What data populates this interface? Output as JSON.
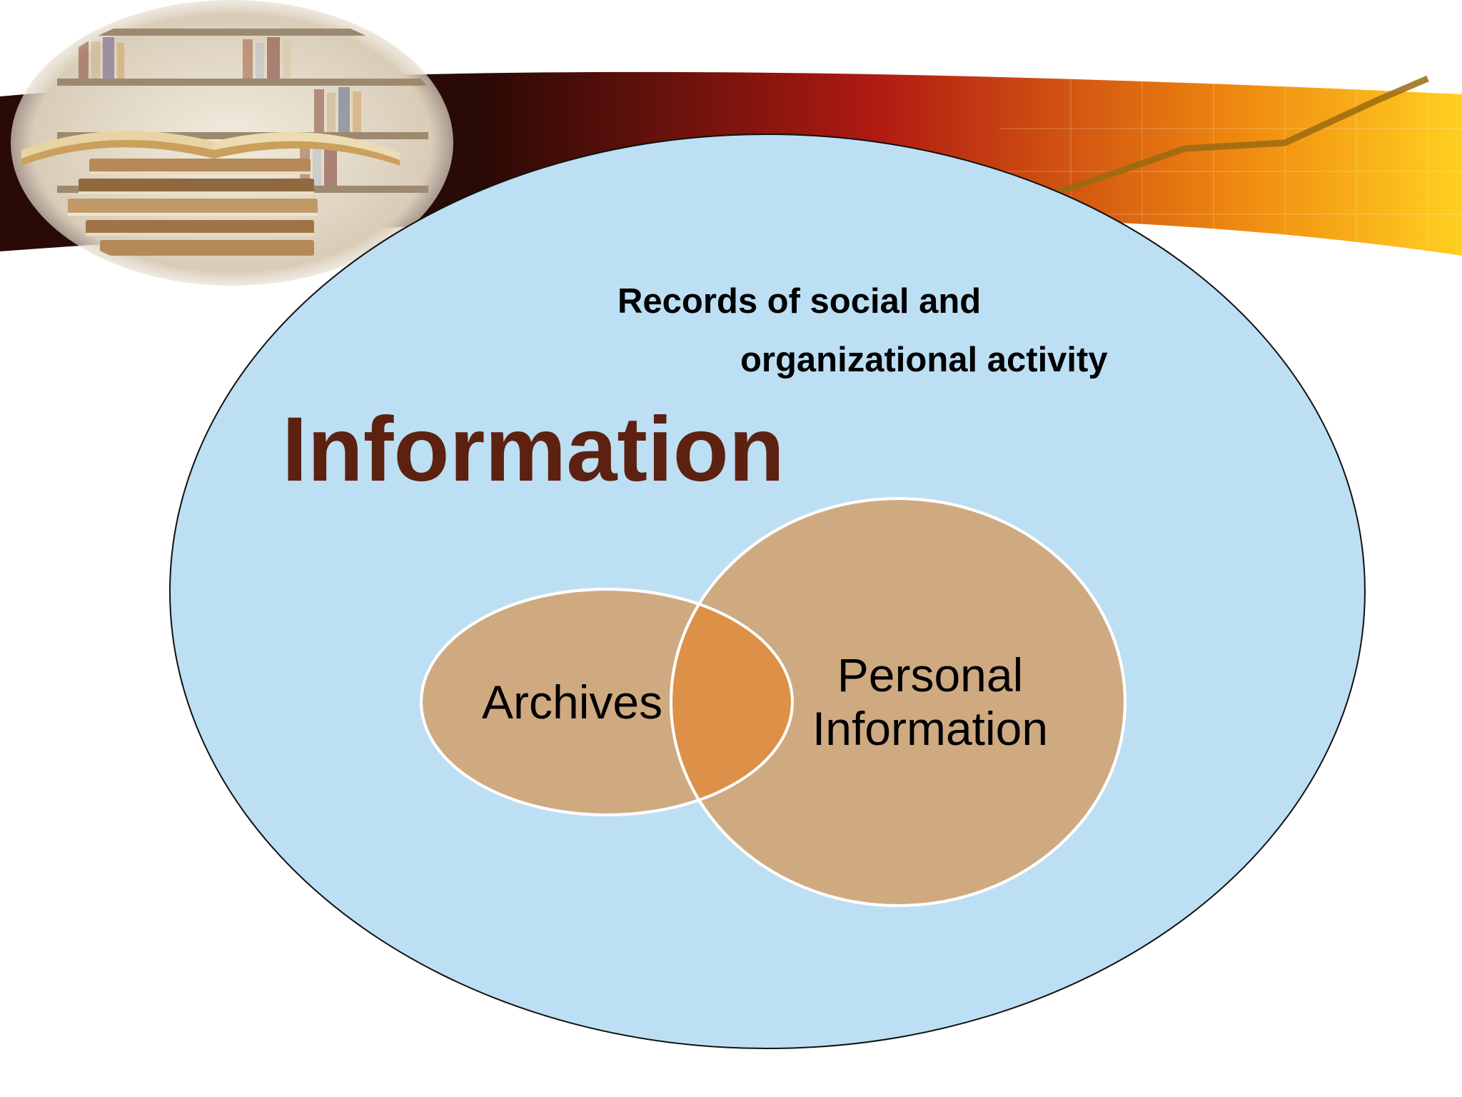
{
  "colors": {
    "background": "#ffffff",
    "outer_circle_fill": "#bcdff3",
    "outer_circle_stroke": "#111111",
    "inner_circle_fill": "#cfaa80",
    "inner_circle_stroke": "#ffffff",
    "overlap_fill": "#dd9048",
    "heading_color": "#5c2111",
    "text_color": "#000000",
    "banner_dark": "#2a0a06",
    "banner_red": "#b01a12",
    "banner_orange": "#f08a10",
    "banner_yellow": "#ffd020"
  },
  "decoration": {
    "header_image_icon": "library-books-icon",
    "header_banner": "swoosh-banner-with-rising-line"
  },
  "diagram": {
    "outer_label_line1": "Records of social and",
    "outer_label_line2": "organizational activity",
    "heading": "Information",
    "left_circle_label": "Archives",
    "right_circle_label_line1": "Personal",
    "right_circle_label_line2": "Information"
  }
}
